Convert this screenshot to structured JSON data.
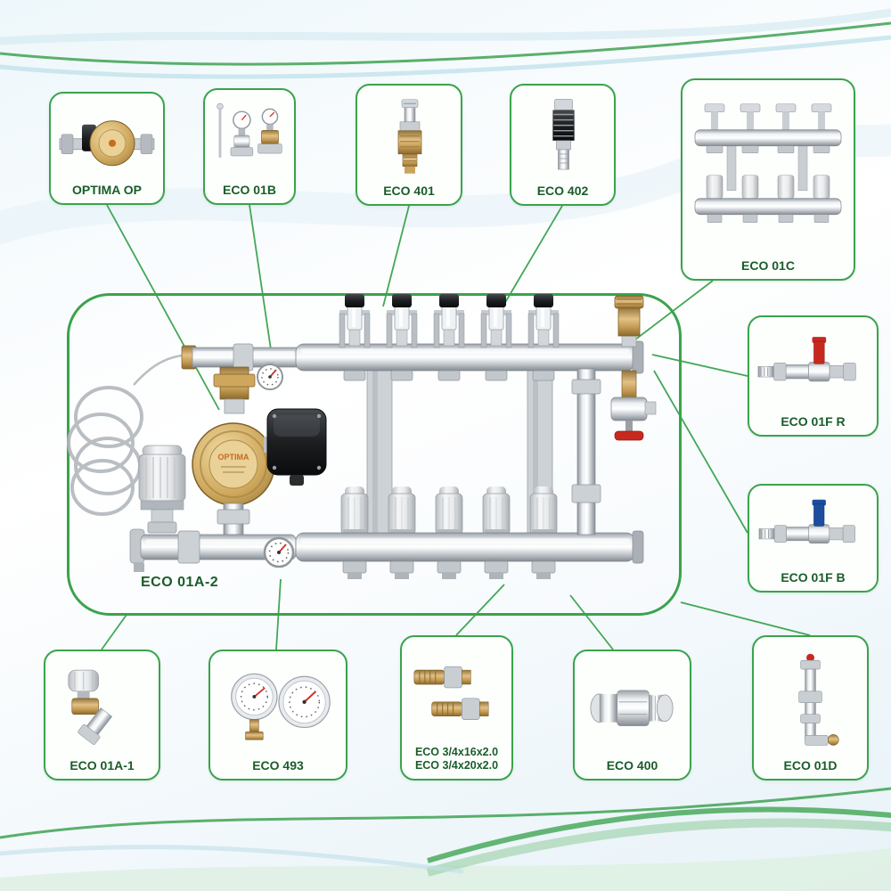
{
  "main_unit": {
    "label": "ECO 01A-2",
    "pump_brand": "OPTIMA"
  },
  "callouts": [
    {
      "id": "optima-op",
      "label": "OPTIMA OP"
    },
    {
      "id": "eco-01b",
      "label": "ECO 01B"
    },
    {
      "id": "eco-401",
      "label": "ECO 401"
    },
    {
      "id": "eco-402",
      "label": "ECO 402"
    },
    {
      "id": "eco-01c",
      "label": "ECO 01C"
    },
    {
      "id": "eco-01f-r",
      "label": "ECO 01F R"
    },
    {
      "id": "eco-01f-b",
      "label": "ECO 01F B"
    },
    {
      "id": "eco-01a-1",
      "label": "ECO 01A-1"
    },
    {
      "id": "eco-493",
      "label": "ECO 493"
    },
    {
      "id": "eco-34",
      "label": "ECO 3/4x16x2.0",
      "label2": "ECO 3/4x20x2.0"
    },
    {
      "id": "eco-400",
      "label": "ECO 400"
    },
    {
      "id": "eco-01d",
      "label": "ECO 01D"
    }
  ],
  "colors": {
    "box_border_green": "#3aa34d",
    "label_green": "#1a5c2a",
    "connector_green": "#3aa34d",
    "brass": "#c9a055",
    "pump_gold": "#cfa95e",
    "red_handle": "#c8291f",
    "blue_handle": "#1d4e9e"
  }
}
